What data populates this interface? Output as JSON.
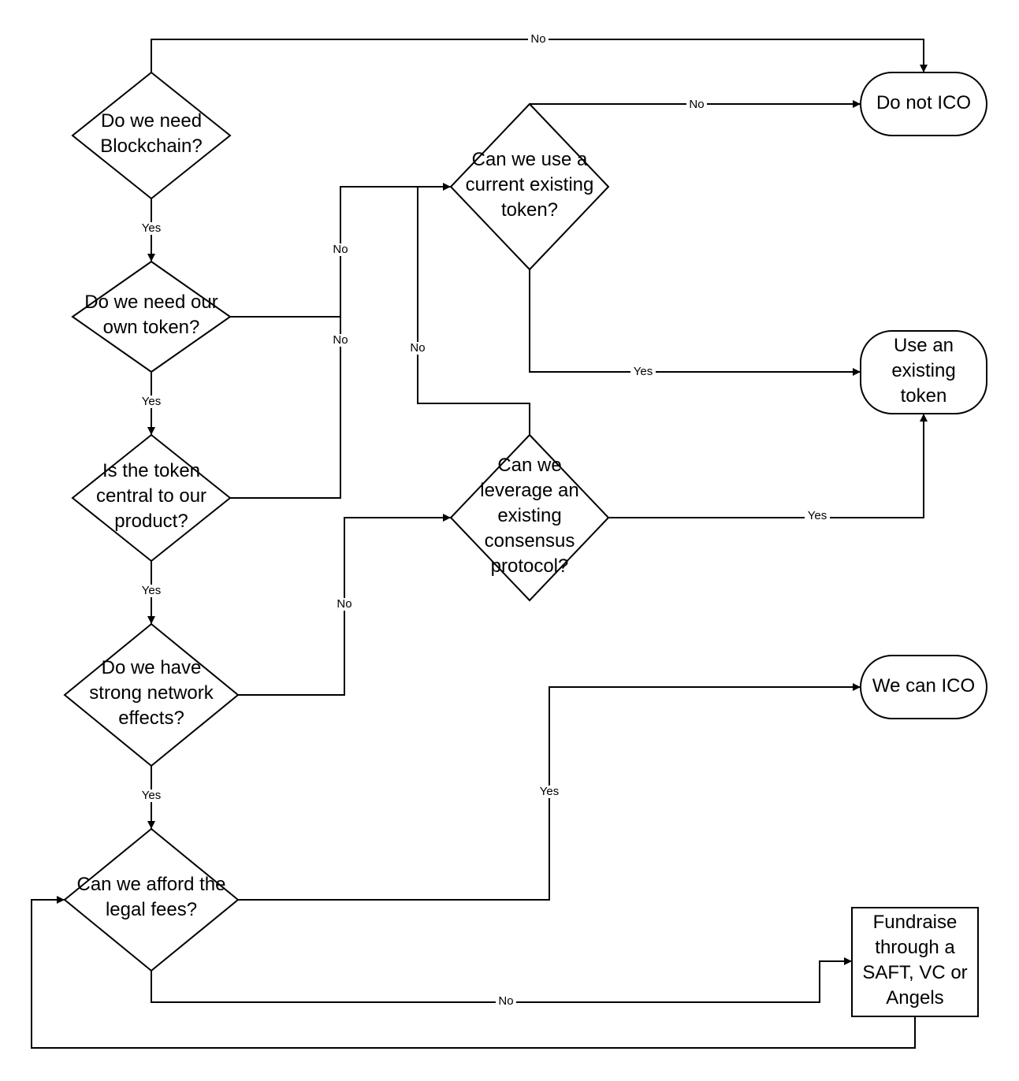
{
  "nodes": {
    "need_blockchain": {
      "lines": [
        "Do we need",
        "Blockchain?"
      ]
    },
    "own_token": {
      "lines": [
        "Do we need our",
        "own token?"
      ]
    },
    "token_central": {
      "lines": [
        "Is the token",
        "central to our",
        "product?"
      ]
    },
    "network_effects": {
      "lines": [
        "Do we have",
        "strong network",
        "effects?"
      ]
    },
    "legal_fees": {
      "lines": [
        "Can we afford the",
        "legal fees?"
      ]
    },
    "existing_token": {
      "lines": [
        "Can we use a",
        "current existing",
        "token?"
      ]
    },
    "consensus": {
      "lines": [
        "Can we",
        "leverage an",
        "existing",
        "consensus",
        "protocol?"
      ]
    },
    "do_not_ico": {
      "lines": [
        "Do not ICO"
      ]
    },
    "use_existing": {
      "lines": [
        "Use an",
        "existing",
        "token"
      ]
    },
    "we_can_ico": {
      "lines": [
        "We can ICO"
      ]
    },
    "fundraise": {
      "lines": [
        "Fundraise",
        "through a",
        "SAFT, VC or",
        "Angels"
      ]
    }
  },
  "edges": {
    "blockchain_no": "No",
    "blockchain_yes": "Yes",
    "own_token_no": "No",
    "own_token_yes": "Yes",
    "central_no": "No",
    "central_yes": "Yes",
    "network_no": "No",
    "network_yes": "Yes",
    "legal_yes": "Yes",
    "legal_no": "No",
    "existing_no": "No",
    "existing_yes": "Yes",
    "consensus_no": "No",
    "consensus_yes": "Yes"
  }
}
